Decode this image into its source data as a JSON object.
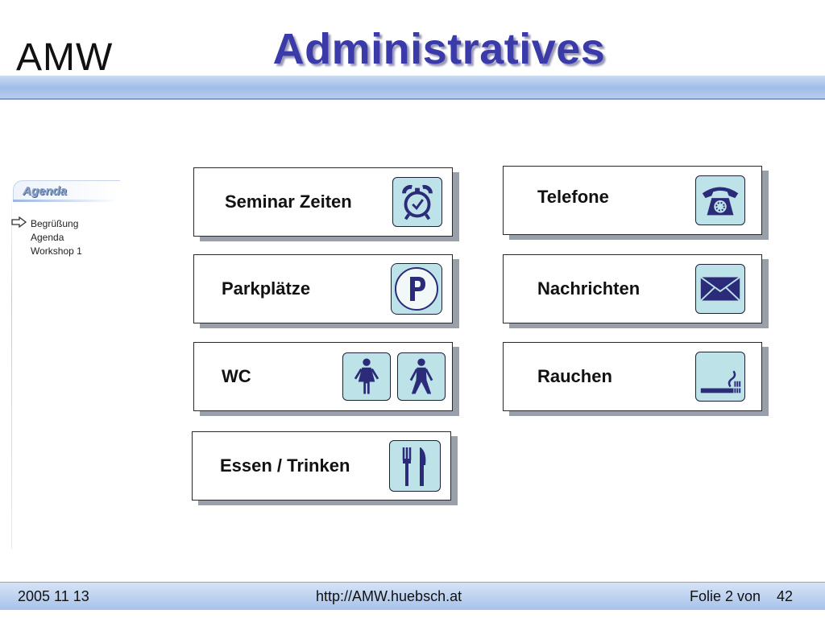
{
  "header": {
    "logo": "AMW",
    "title": "Administratives"
  },
  "agenda": {
    "title": "Agenda",
    "items": [
      "Begrüßung",
      "Agenda",
      "Workshop 1"
    ]
  },
  "signs": [
    {
      "label": "Seminar Zeiten",
      "icon": "alarm-clock-icon"
    },
    {
      "label": "Telefone",
      "icon": "telephone-icon"
    },
    {
      "label": "Parkplätze",
      "icon": "parking-icon",
      "glyph": "P"
    },
    {
      "label": "Nachrichten",
      "icon": "envelope-icon"
    },
    {
      "label": "WC",
      "icons": [
        "female-icon",
        "male-icon"
      ]
    },
    {
      "label": "Rauchen",
      "icon": "cigarette-icon"
    },
    {
      "label": "Essen / Trinken",
      "icon": "fork-knife-icon"
    }
  ],
  "footer": {
    "date": "2005 11 13",
    "url": "http://AMW.huebsch.at",
    "slide_label": "Folie 2 von",
    "slide_total": "42"
  },
  "colors": {
    "title": "#3a3aa8",
    "icon_tile": "#bde3e8",
    "icon_ink": "#2b2b7a",
    "band": "#a8c2ea"
  }
}
